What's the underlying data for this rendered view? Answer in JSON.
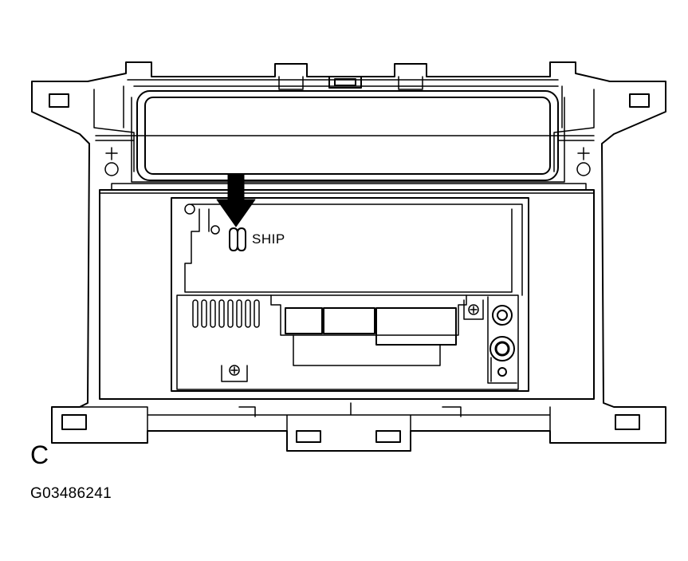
{
  "labels": {
    "ship": "SHIP",
    "view_letter": "C",
    "figure_code": "G03486241"
  },
  "colors": {
    "line": "#000000",
    "background": "#ffffff"
  },
  "icons": {
    "direction_arrow": "down-arrow-icon"
  }
}
